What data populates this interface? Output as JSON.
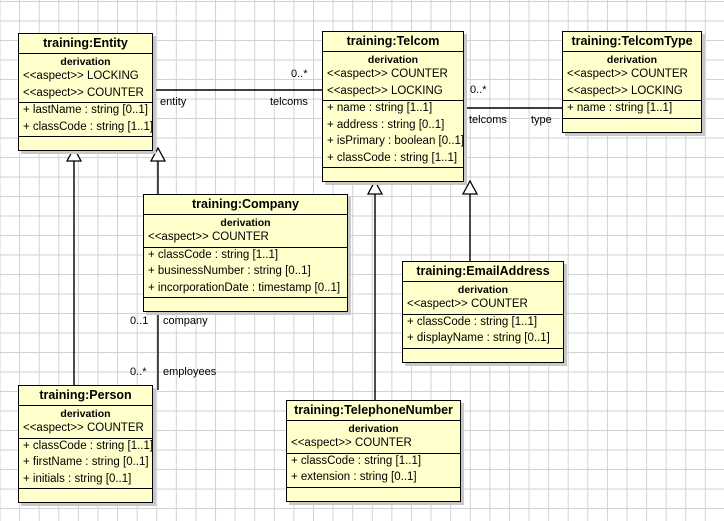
{
  "diagram": {
    "type": "uml-class-diagram",
    "background": "#ffffff",
    "grid_color": "#d2d2d2",
    "class_fill": "#ffffcc",
    "class_border": "#000000",
    "shadow_color": "#c8c8c8",
    "derivation_label": "derivation"
  },
  "classes": [
    {
      "id": "entity",
      "name": "training:Entity",
      "derivation": "derivation",
      "aspects": [
        "<<aspect>> LOCKING",
        "<<aspect>> COUNTER"
      ],
      "attributes": [
        "+ lastName : string [0..1]",
        "+ classCode : string [1..1]"
      ]
    },
    {
      "id": "telcom",
      "name": "training:Telcom",
      "derivation": "derivation",
      "aspects": [
        "<<aspect>> COUNTER",
        "<<aspect>> LOCKING"
      ],
      "attributes": [
        "+ name : string [1..1]",
        "+ address : string [0..1]",
        "+ isPrimary : boolean [0..1]",
        "+ classCode : string [1..1]"
      ]
    },
    {
      "id": "telcomtype",
      "name": "training:TelcomType",
      "derivation": "derivation",
      "aspects": [
        "<<aspect>> COUNTER",
        "<<aspect>> LOCKING"
      ],
      "attributes": [
        "+ name : string [1..1]"
      ]
    },
    {
      "id": "company",
      "name": "training:Company",
      "derivation": "derivation",
      "aspects": [
        "<<aspect>> COUNTER"
      ],
      "attributes": [
        "+ classCode : string [1..1]",
        "+ businessNumber : string [0..1]",
        "+ incorporationDate : timestamp [0..1]"
      ]
    },
    {
      "id": "emailaddress",
      "name": "training:EmailAddress",
      "derivation": "derivation",
      "aspects": [
        "<<aspect>> COUNTER"
      ],
      "attributes": [
        "+ classCode : string [1..1]",
        "+ displayName : string [0..1]"
      ]
    },
    {
      "id": "person",
      "name": "training:Person",
      "derivation": "derivation",
      "aspects": [
        "<<aspect>> COUNTER"
      ],
      "attributes": [
        "+ classCode : string [1..1]",
        "+ firstName : string [0..1]",
        "+ initials : string [0..1]"
      ]
    },
    {
      "id": "telephonenumber",
      "name": "training:TelephoneNumber",
      "derivation": "derivation",
      "aspects": [
        "<<aspect>> COUNTER"
      ],
      "attributes": [
        "+ classCode : string [1..1]",
        "+ extension : string [0..1]"
      ]
    }
  ],
  "associations": [
    {
      "id": "entity-telcom",
      "source": "entity",
      "target": "telcom",
      "source_role": "entity",
      "target_role": "telcoms",
      "target_multiplicity": "0..*"
    },
    {
      "id": "telcom-telcomtype",
      "source": "telcom",
      "target": "telcomtype",
      "source_role": "telcoms",
      "target_role": "type",
      "source_multiplicity": "0..*"
    },
    {
      "id": "company-person",
      "source": "company",
      "target": "person",
      "source_role": "company",
      "target_role": "employees",
      "source_multiplicity": "0..1",
      "target_multiplicity": "0..*"
    }
  ],
  "generalizations": [
    {
      "id": "company-entity",
      "subclass": "company",
      "superclass": "entity"
    },
    {
      "id": "person-entity",
      "subclass": "person",
      "superclass": "entity"
    },
    {
      "id": "telephonenumber-telcom",
      "subclass": "telephonenumber",
      "superclass": "telcom"
    },
    {
      "id": "emailaddress-telcom",
      "subclass": "emailaddress",
      "superclass": "telcom"
    }
  ],
  "edge_labels": {
    "entity_role": "entity",
    "telcoms_role": "telcoms",
    "telcoms_mult": "0..*",
    "telcoms_role2": "telcoms",
    "type_role": "type",
    "type_mult": "0..*",
    "company_role": "company",
    "company_mult": "0..1",
    "employees_role": "employees",
    "employees_mult": "0..*"
  }
}
